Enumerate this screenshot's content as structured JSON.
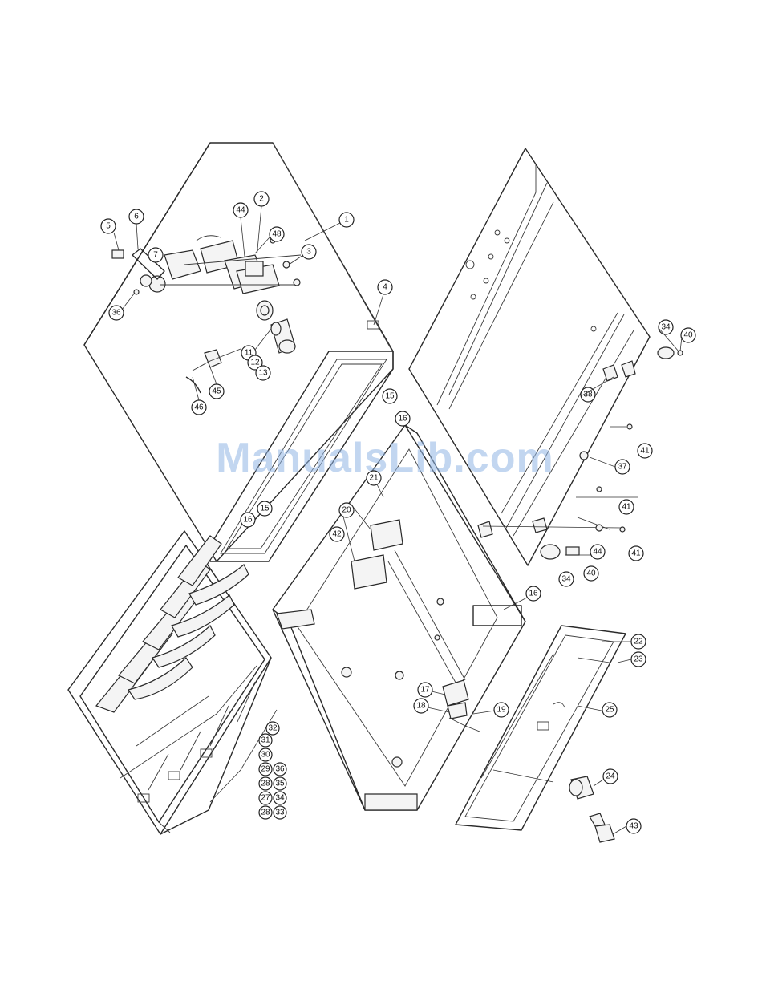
{
  "watermark": "ManualsLib.com",
  "callouts": [
    {
      "label": "1"
    },
    {
      "label": "2"
    },
    {
      "label": "3"
    },
    {
      "label": "4"
    },
    {
      "label": "5"
    },
    {
      "label": "6"
    },
    {
      "label": "7"
    },
    {
      "label": "11"
    },
    {
      "label": "12"
    },
    {
      "label": "13"
    },
    {
      "label": "15"
    },
    {
      "label": "15"
    },
    {
      "label": "16"
    },
    {
      "label": "16"
    },
    {
      "label": "16"
    },
    {
      "label": "17"
    },
    {
      "label": "18"
    },
    {
      "label": "19"
    },
    {
      "label": "20"
    },
    {
      "label": "21"
    },
    {
      "label": "22"
    },
    {
      "label": "23"
    },
    {
      "label": "24"
    },
    {
      "label": "25"
    },
    {
      "label": "34"
    },
    {
      "label": "34"
    },
    {
      "label": "36"
    },
    {
      "label": "37"
    },
    {
      "label": "38"
    },
    {
      "label": "40"
    },
    {
      "label": "40"
    },
    {
      "label": "41"
    },
    {
      "label": "41"
    },
    {
      "label": "41"
    },
    {
      "label": "42"
    },
    {
      "label": "43"
    },
    {
      "label": "44"
    },
    {
      "label": "44"
    },
    {
      "label": "45"
    },
    {
      "label": "46"
    },
    {
      "label": "48"
    },
    {
      "label": "28"
    },
    {
      "label": "27"
    },
    {
      "label": "28"
    },
    {
      "label": "29"
    },
    {
      "label": "30"
    },
    {
      "label": "31"
    },
    {
      "label": "32"
    },
    {
      "label": "33"
    },
    {
      "label": "34"
    },
    {
      "label": "35"
    },
    {
      "label": "36"
    }
  ]
}
